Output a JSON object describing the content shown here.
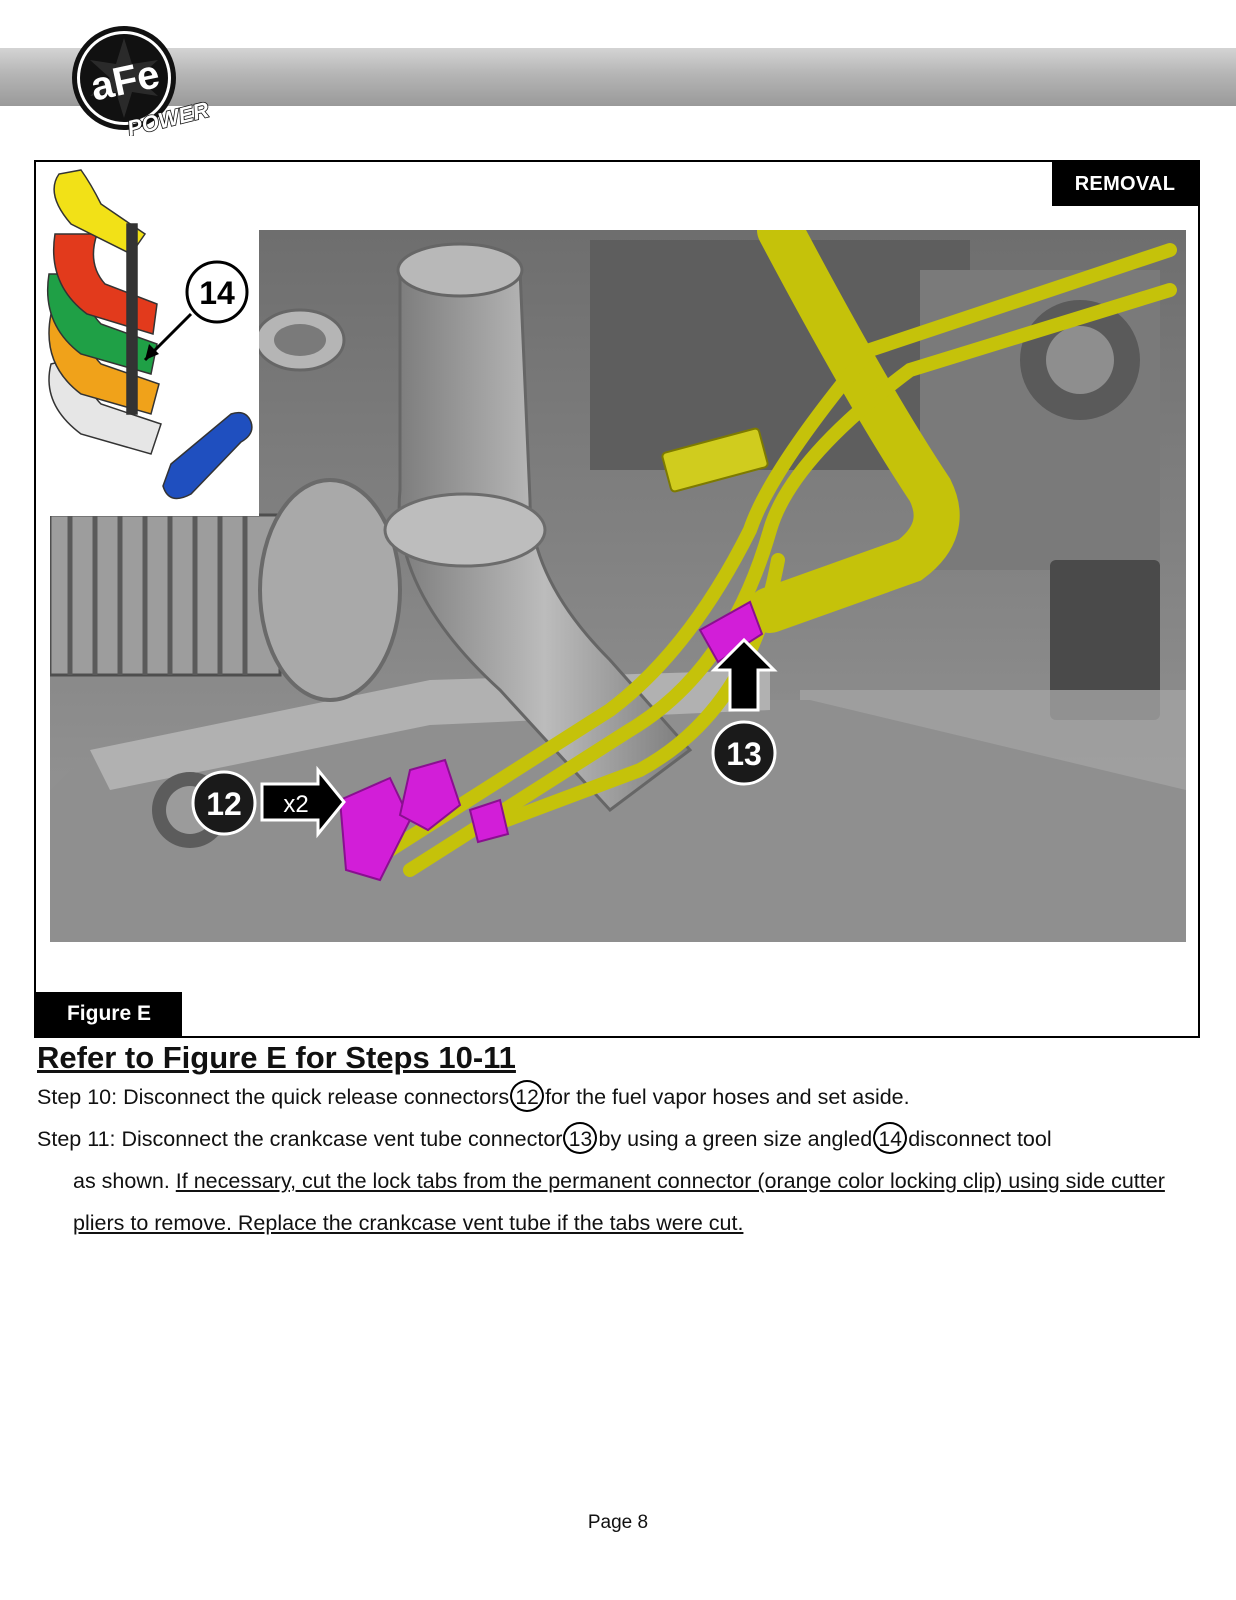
{
  "header": {
    "brand": "aFe",
    "brand_sub": "POWER"
  },
  "figure": {
    "tag": "REMOVAL",
    "caption": "Figure E",
    "callouts": {
      "c12": "12",
      "c13": "13",
      "c14": "14",
      "multiplier": "x2"
    }
  },
  "section_title": "Refer to Figure E for Steps 10-11",
  "steps": {
    "s10": {
      "a": "Step 10: Disconnect the quick release connectors",
      "num": "12",
      "b": "for the fuel vapor hoses and set aside."
    },
    "s11": {
      "a": "Step 11: Disconnect the crankcase vent tube connector",
      "num1": "13",
      "b": "by using a green size angled",
      "num2": "14",
      "c": "disconnect tool",
      "d": "as shown. ",
      "e": "If necessary, cut the lock tabs from the permanent connector (orange color locking clip) using side cutter pliers to remove. Replace the crankcase vent tube if the tabs were cut."
    }
  },
  "footer": {
    "page": "Page 8"
  },
  "colors": {
    "hose": "#c5c20a",
    "connector": "#d21ed8",
    "engine": "#8a8a8a",
    "tool_green": "#1fa046",
    "tool_blue": "#1f4fbf"
  }
}
